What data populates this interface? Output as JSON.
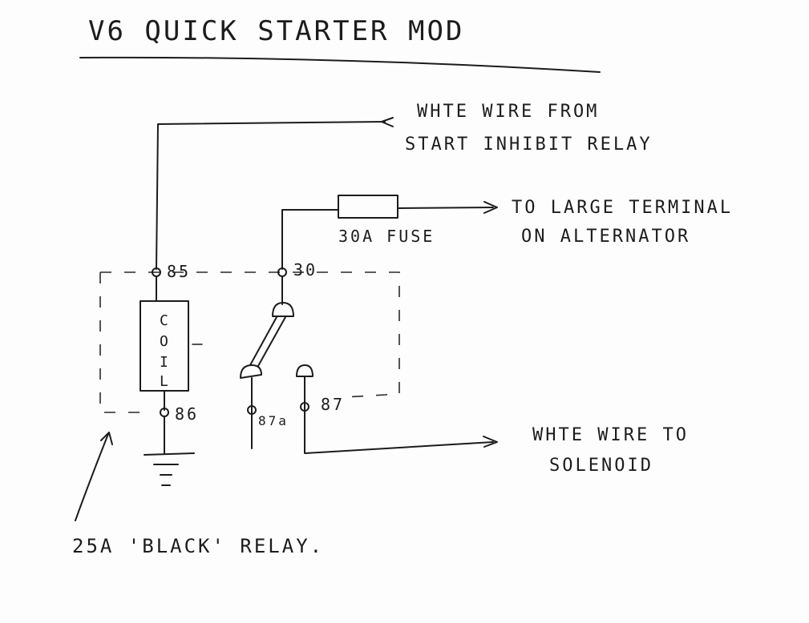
{
  "title": "V6 QUICK STARTER MOD",
  "labels": {
    "white_wire_from_line1": "WHTE WIRE FROM",
    "white_wire_from_line2": "START INHIBIT RELAY",
    "fuse": "30A FUSE",
    "to_large_terminal_line1": "TO LARGE TERMINAL",
    "to_large_terminal_line2": "ON ALTERNATOR",
    "white_wire_to_line1": "WHTE WIRE TO",
    "white_wire_to_line2": "SOLENOID",
    "relay": "25A 'BLACK' RELAY."
  },
  "terminals": {
    "t85": "85",
    "t30": "30",
    "t86": "86",
    "t87a": "87a",
    "t87": "87"
  },
  "coil_letters": [
    "C",
    "O",
    "I",
    "L"
  ]
}
